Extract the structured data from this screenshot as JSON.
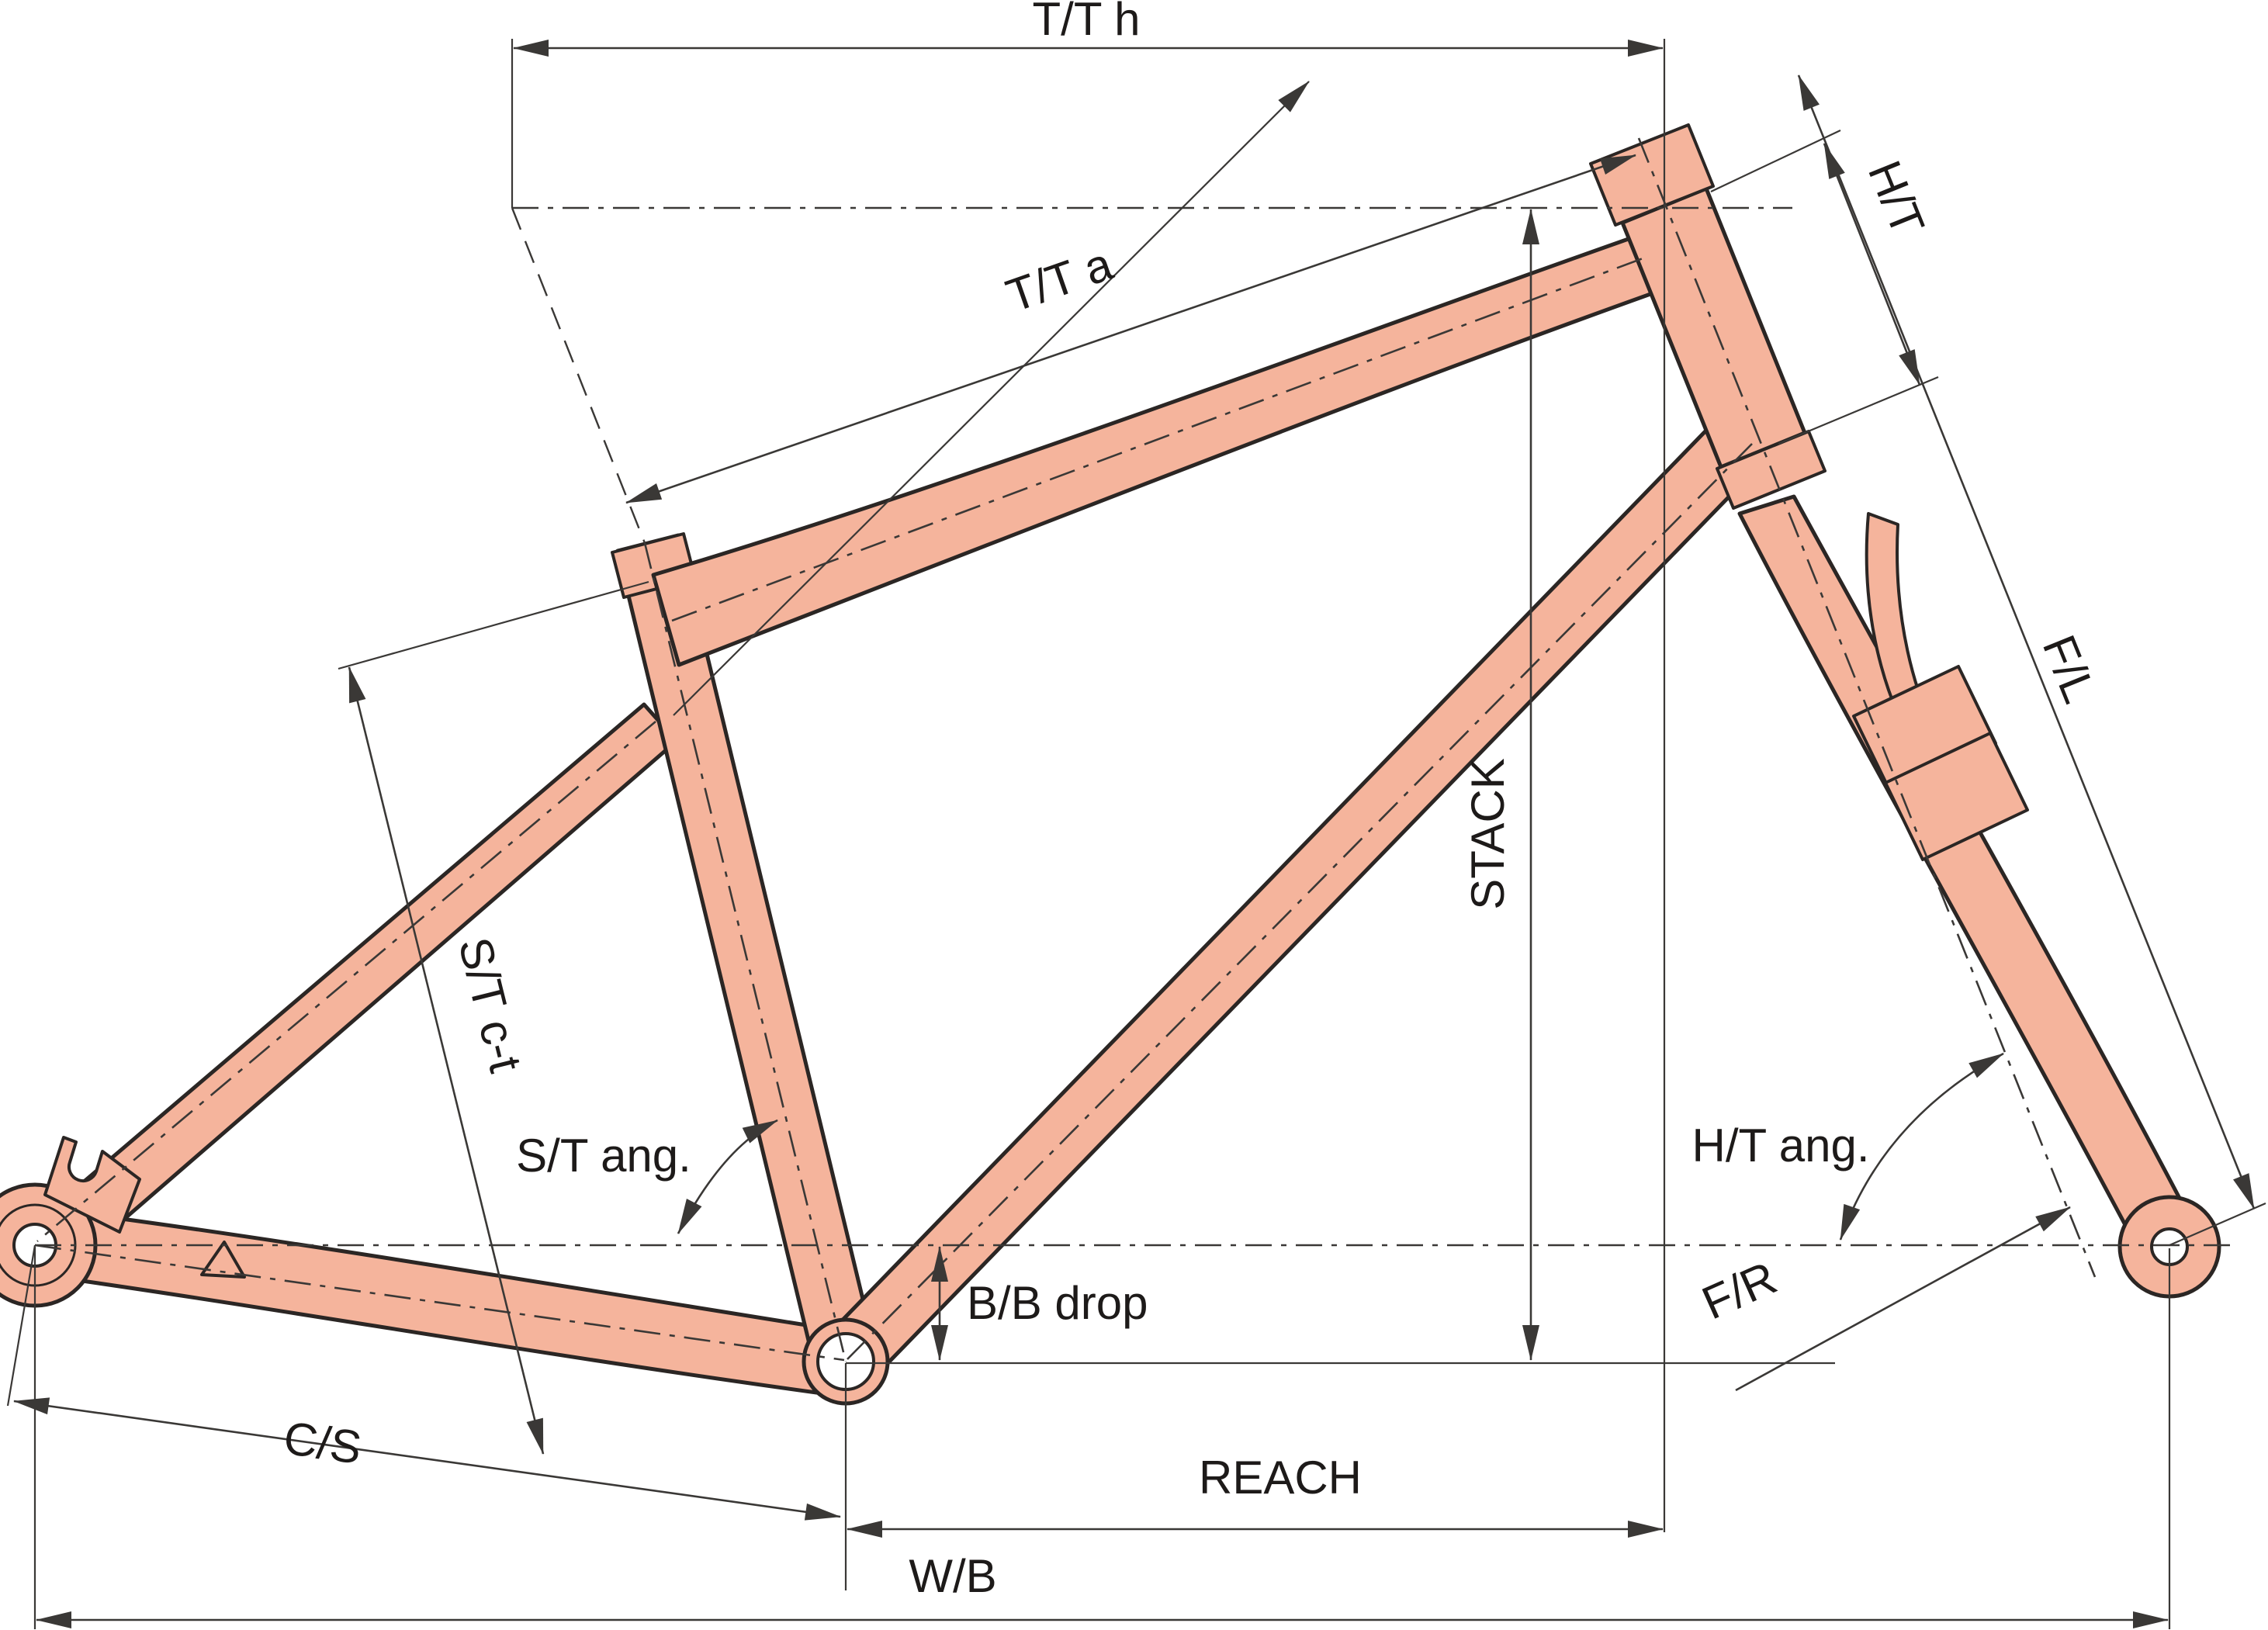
{
  "diagram": {
    "type": "bicycle-frame-geometry-drawing",
    "labels": {
      "tt_h": "T/T h",
      "tt_a": "T/T a",
      "ht": "H/T",
      "fl": "F/L",
      "fr": "F/R",
      "ht_ang": "H/T ang.",
      "st_ct": "S/T c-t",
      "st_ang": "S/T ang.",
      "stack": "STACK",
      "bb_drop": "B/B drop",
      "cs": "C/S",
      "reach": "REACH",
      "wb": "W/B"
    },
    "colors": {
      "frame_fill": "#f5b49c",
      "frame_line": "#2b2624",
      "dim_line": "#3a3836",
      "label_color": "#1d1a19",
      "background": "#ffffff"
    }
  }
}
